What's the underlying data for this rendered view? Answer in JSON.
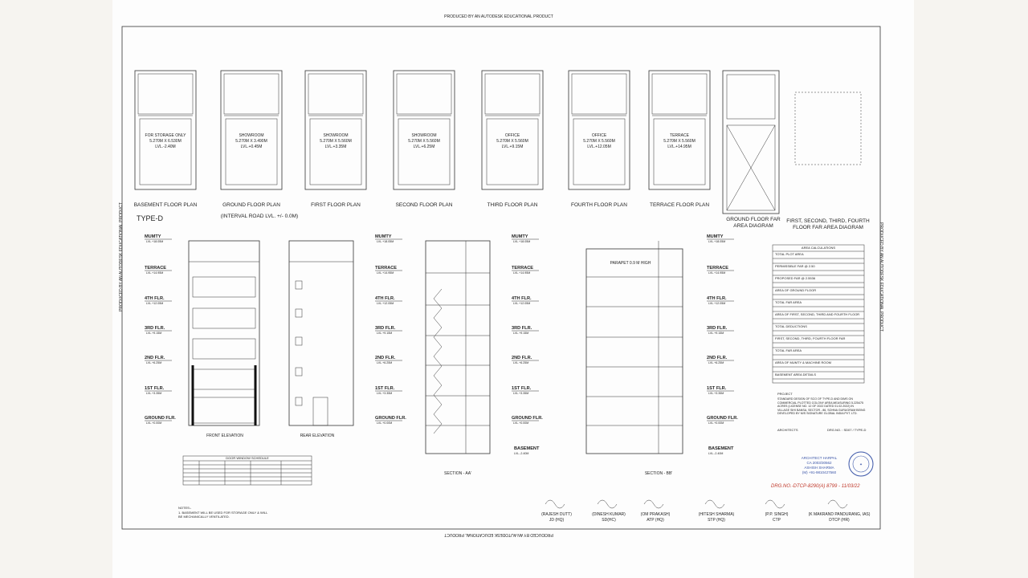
{
  "header_note": "PRODUCED BY AN AUTODESK EDUCATIONAL PRODUCT",
  "footer_note": "PRODUCED BY AN AUTODESK EDUCATIONAL PRODUCT",
  "side_note_left": "PRODUCED BY AN AUTODESK EDUCATIONAL PRODUCT",
  "side_note_right": "PRODUCED BY AN AUTODESK EDUCATIONAL PRODUCT",
  "type_label": "TYPE-D",
  "plans": [
    {
      "caption": "BASEMENT FLOOR PLAN",
      "room": "FOR STORAGE ONLY",
      "size": "5.270M X 6.530M",
      "lvl": "LVL.-2.40M",
      "sub": ""
    },
    {
      "caption": "GROUND FLOOR PLAN",
      "room": "SHOWROOM",
      "size": "5.270M X 3.490M",
      "lvl": "LVL.+0.45M",
      "sub": "(INTERVAL ROAD LVL. +/- 0.0M)"
    },
    {
      "caption": "FIRST  FLOOR PLAN",
      "room": "SHOWROOM",
      "size": "5.270M X 5.560M",
      "lvl": "LVL.+3.35M",
      "sub": ""
    },
    {
      "caption": "SECOND FLOOR PLAN",
      "room": "SHOWROOM",
      "size": "5.270M X 5.560M",
      "lvl": "LVL.+6.25M",
      "sub": ""
    },
    {
      "caption": "THIRD FLOOR PLAN",
      "room": "OFFICE",
      "size": "5.270M X 5.560M",
      "lvl": "LVL.+9.15M",
      "sub": ""
    },
    {
      "caption": "FOURTH FLOOR PLAN",
      "room": "OFFICE",
      "size": "5.270M X 5.560M",
      "lvl": "LVL.+12.05M",
      "sub": ""
    },
    {
      "caption": "TERRACE FLOOR PLAN",
      "room": "TERRACE",
      "size": "5.270M X 5.560M",
      "lvl": "LVL.+14.95M",
      "sub": ""
    }
  ],
  "far_diagrams": [
    {
      "caption_line1": "GROUND FLOOR FAR",
      "caption_line2": "AREA DIAGRAM"
    },
    {
      "caption_line1": "FIRST, SECOND, THIRD, FOURTH",
      "caption_line2": "FLOOR FAR AREA DIAGRAM"
    }
  ],
  "levels": [
    "MUMTY",
    "TERRACE",
    "4TH FLR.",
    "3RD FLR.",
    "2ND FLR.",
    "1ST FLR.",
    "GROUND FLR."
  ],
  "level_values": [
    "LVL.+18.05M",
    "LVL.+14.95M",
    "LVL.+12.05M",
    "LVL.+9.15M",
    "LVL.+6.25M",
    "LVL.+3.35M",
    "LVL.+0.00M"
  ],
  "basement_label": "BASEMENT",
  "basement_value": "LVL.-2.40M",
  "elevations": [
    {
      "caption": "FRONT  ELEVATION"
    },
    {
      "caption": "REAR ELEVATION"
    }
  ],
  "sections": [
    {
      "caption": "SECTION - AA'"
    },
    {
      "caption": "SECTION - BB'"
    }
  ],
  "parapet_note": "PARAPET 0.9 M HIGH",
  "area_table": {
    "title": "AREA CALCULATIONS",
    "rows": [
      "TOTAL PLOT AREA",
      "PERMISSIBLE FAR @ 2.50",
      "PROPOSED FAR @ 2.5536",
      "AREA OF GROUND FLOOR",
      "TOTAL FAR AREA",
      "AREA OF FIRST, SECOND, THIRD AND FOURTH FLOOR",
      "TOTAL DEDUCTIONS",
      "FIRST, SECOND, THIRD, FOURTH FLOOR FAR",
      "TOTAL FAR AREA",
      "AREA OF MUMTY & MACHINE ROOM",
      "BASEMENT AREA DETAILS"
    ]
  },
  "project_label": "PROJECT",
  "project_text": "STANDARD DESIGN OF SCO OF TYPE-D AND DIMS ON COMMERCIAL PLOTTED COLONY AREA MEASURING 5.225475 ACRES (LICENSE NO. 12 OF 2022 DATED 01.02.2022) IN VILLAGE SIHI BANSA, SECTOR - 86, SOHNA GURUGRAM BEING DEVELOPED BY M/S SIGNATURE GLOBAL INDIA PVT. LTD.",
  "architects_label": "ARCHITECTS",
  "drawing_no": "DRG.NO. : SD07 / TYPE-D",
  "schedule_title": "DOOR WINDOW SCHEDULE",
  "notes_title": "NOTES:-",
  "notes": [
    "1. BASEMENT WILL BE USED FOR STORAGE ONLY & WILL",
    "BE MECHANICALLY VENTILATED."
  ],
  "signatories": [
    {
      "name": "(RAJESH DUTT)",
      "role": "JD (HQ)"
    },
    {
      "name": "(DINESH KUMAR)",
      "role": "SD(HC)"
    },
    {
      "name": "(OM PRAKASH)",
      "role": "ATP (HQ)"
    },
    {
      "name": "(HITESH SHARMA)",
      "role": "STP (HQ)"
    },
    {
      "name": "(P.P. SINGH)",
      "role": "CTP"
    },
    {
      "name": "(K MAKRAND PANDURANG, IAS)",
      "role": "DTCP (HR)"
    }
  ],
  "stamp_text": [
    "ARCHITECT HARPAL",
    "CA 2003/30562",
    "ASHISH SHARMA",
    "(M) +91-9810427560"
  ],
  "handwritten_note": "DRG.NO.-DTCP-8290(A) 8799 - 11/03/22",
  "colors": {
    "ink": "#333333",
    "stamp": "#3a55a8",
    "paper": "#fdfdfd",
    "background": "#f6f4f0"
  }
}
